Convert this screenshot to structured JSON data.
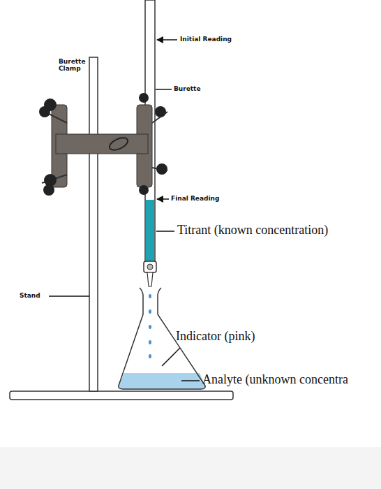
{
  "diagram": {
    "labels": [
      "Initial Reading",
      "Burette Clamp",
      "Burette",
      "Final Reading",
      "Titrant (known concentration)",
      "Stand",
      "Indicator (pink)",
      "Analyte (unknown concentra"
    ]
  }
}
